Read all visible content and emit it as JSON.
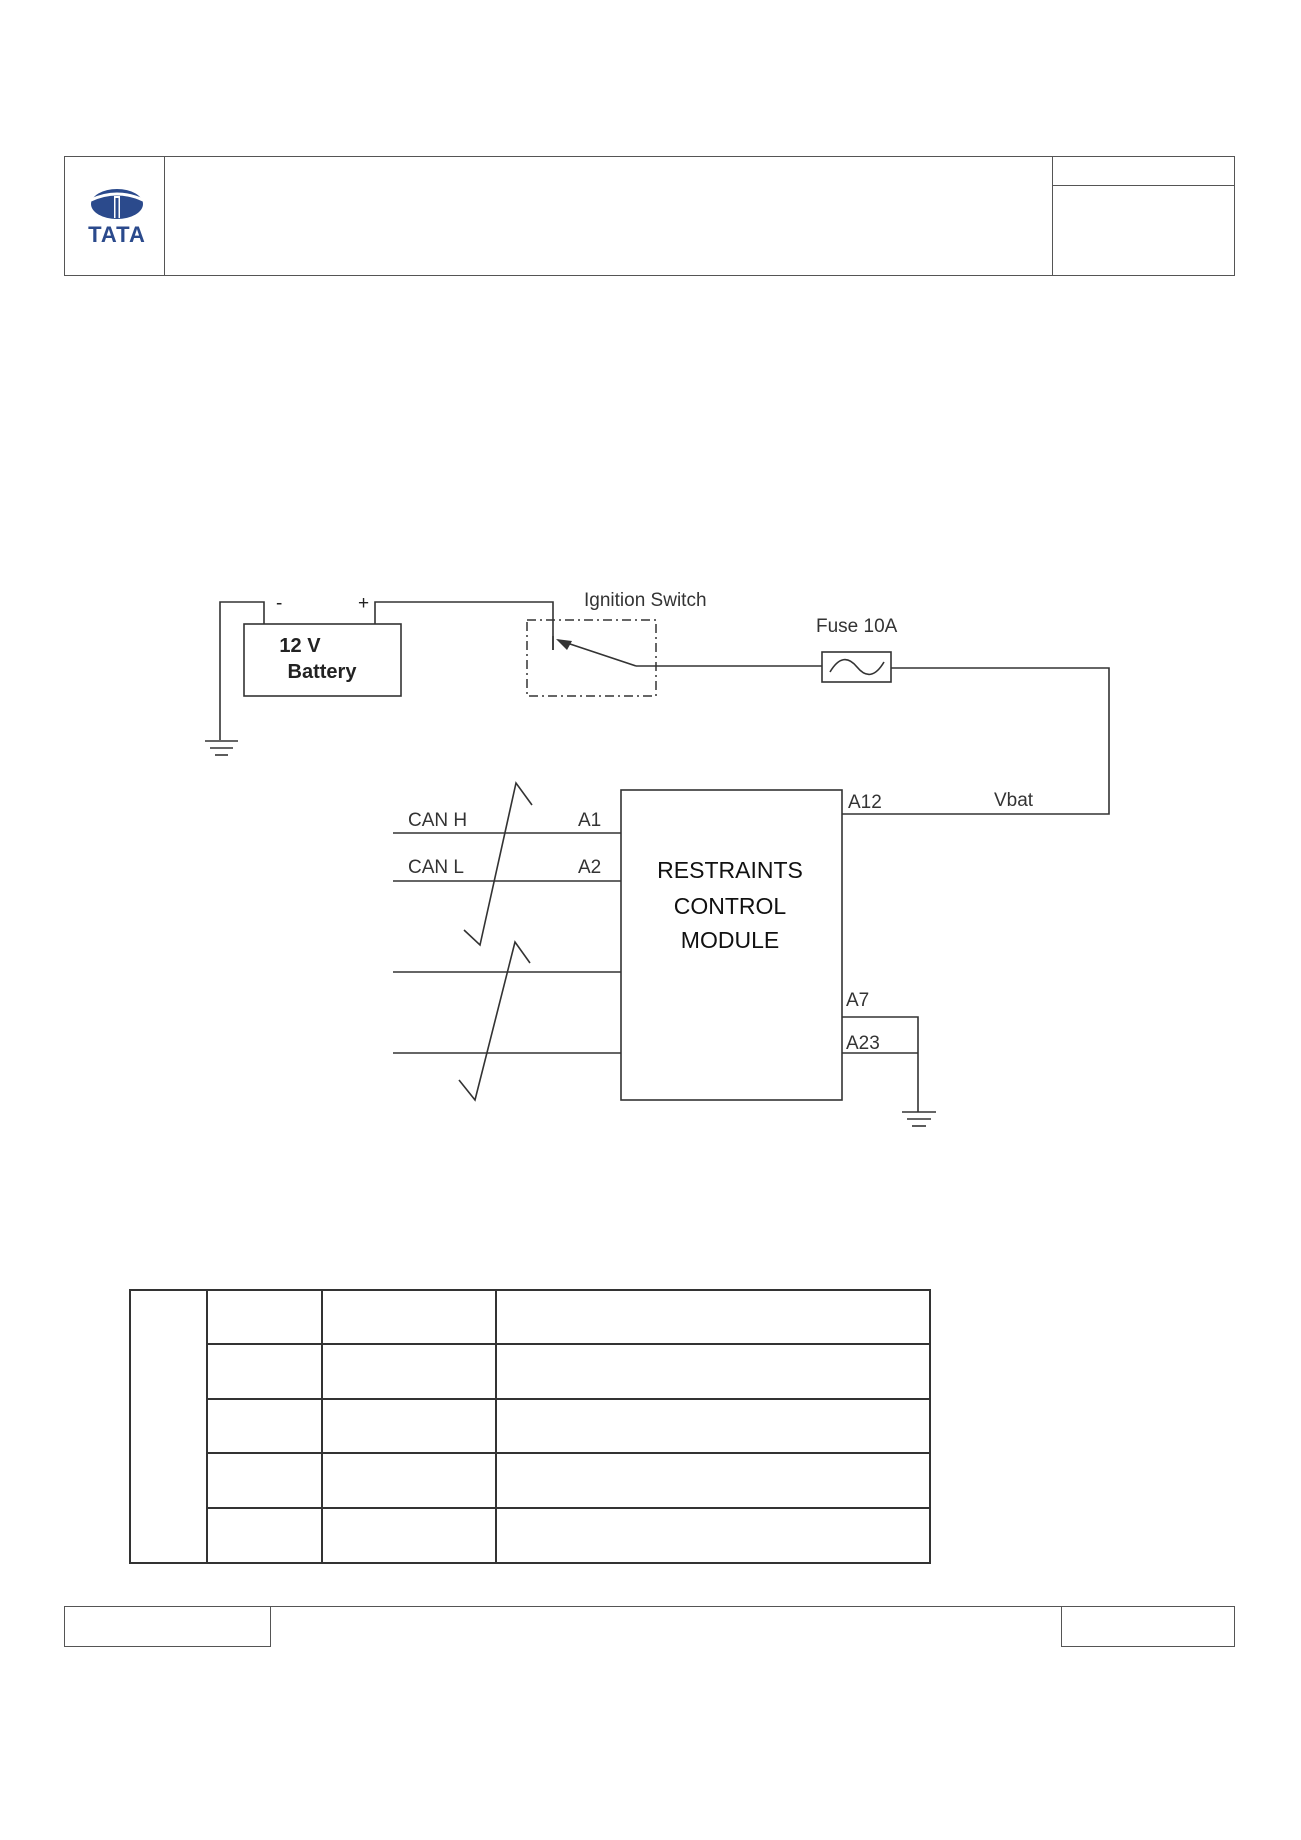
{
  "header": {
    "logo_text": "TATA",
    "logo_color": "#2b4a8c"
  },
  "diagram": {
    "battery_label_line1": "12 V",
    "battery_label_line2": "Battery",
    "battery_neg": "-",
    "battery_pos": "+",
    "ignition_switch": "Ignition  Switch",
    "fuse": "Fuse 10A",
    "module_line1": "RESTRAINTS",
    "module_line2": "CONTROL",
    "module_line3": "MODULE",
    "can_h": "CAN H",
    "can_l": "CAN L",
    "pin_a1": "A1",
    "pin_a2": "A2",
    "pin_a12": "A12",
    "pin_a7": "A7",
    "pin_a23": "A23",
    "vbat": "Vbat"
  },
  "pin_table": {
    "rows": [
      [
        "",
        "",
        ""
      ],
      [
        "",
        "",
        ""
      ],
      [
        "",
        "",
        ""
      ],
      [
        "",
        "",
        ""
      ],
      [
        "",
        "",
        ""
      ]
    ]
  },
  "footer": {
    "left": "",
    "center": "",
    "right": ""
  }
}
